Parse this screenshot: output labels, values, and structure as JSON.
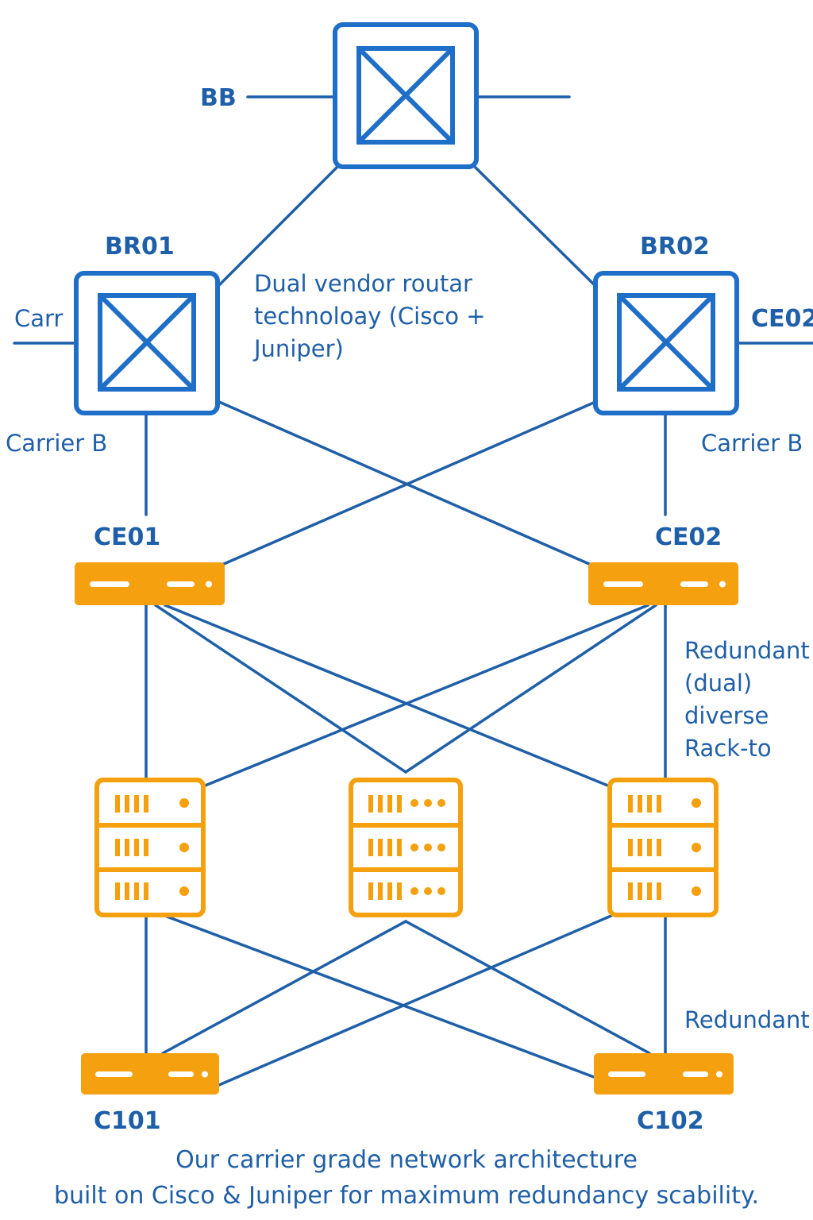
{
  "colors": {
    "link": "#1f5fa8",
    "router": "#1f6ec7",
    "device": "#f5a00f",
    "device_detail": "#ffffff"
  },
  "nodes": {
    "bb": {
      "label": "BB",
      "icon": "router-icon"
    },
    "br01": {
      "label": "BR01",
      "icon": "router-icon"
    },
    "br02": {
      "label": "BR02",
      "icon": "router-icon"
    },
    "ce01": {
      "label": "CE01",
      "icon": "switch-icon"
    },
    "ce02": {
      "label": "CE02",
      "icon": "switch-icon"
    },
    "c101": {
      "label": "C101",
      "icon": "switch-icon"
    },
    "c102": {
      "label": "C102",
      "icon": "switch-icon"
    },
    "server_left": {
      "icon": "server-rack-icon"
    },
    "server_center": {
      "icon": "server-rack-icon"
    },
    "server_right": {
      "icon": "server-rack-icon"
    }
  },
  "labels": {
    "carr_left": "Carr",
    "ce02_right": "CE02",
    "carrier_b_left": "Carrier B",
    "carrier_b_right": "Carrier B",
    "dual_vendor_note": "Dual vendor routar technoloay (Cisco + Juniper)",
    "redundant_note": "Redundant (dual) diverse Rack-to",
    "redundant_bottom": "Redundant"
  },
  "caption": {
    "line1": "Our carrier  grade network architecture",
    "line2": "built on Cisco & Juniper for maximum redundancy scability."
  }
}
